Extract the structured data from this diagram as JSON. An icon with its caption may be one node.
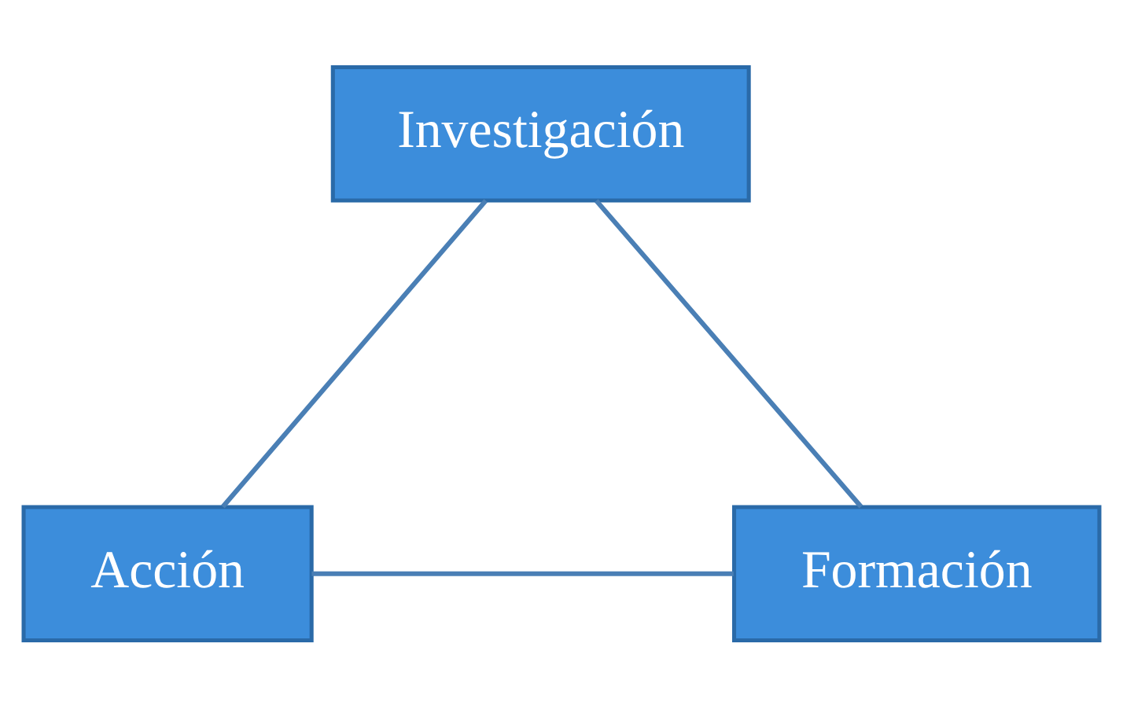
{
  "diagram": {
    "nodes": [
      {
        "text": [
          "Investigación"
        ]
      },
      {
        "text": [
          "Acción"
        ]
      },
      {
        "text": [
          "Formación"
        ]
      }
    ],
    "edges": [
      {
        "from": 0,
        "to": 1,
        "arrow": "none"
      },
      {
        "from": 0,
        "to": 2,
        "arrow": "none"
      },
      {
        "from": 1,
        "to": 2,
        "arrow": "none"
      }
    ]
  }
}
